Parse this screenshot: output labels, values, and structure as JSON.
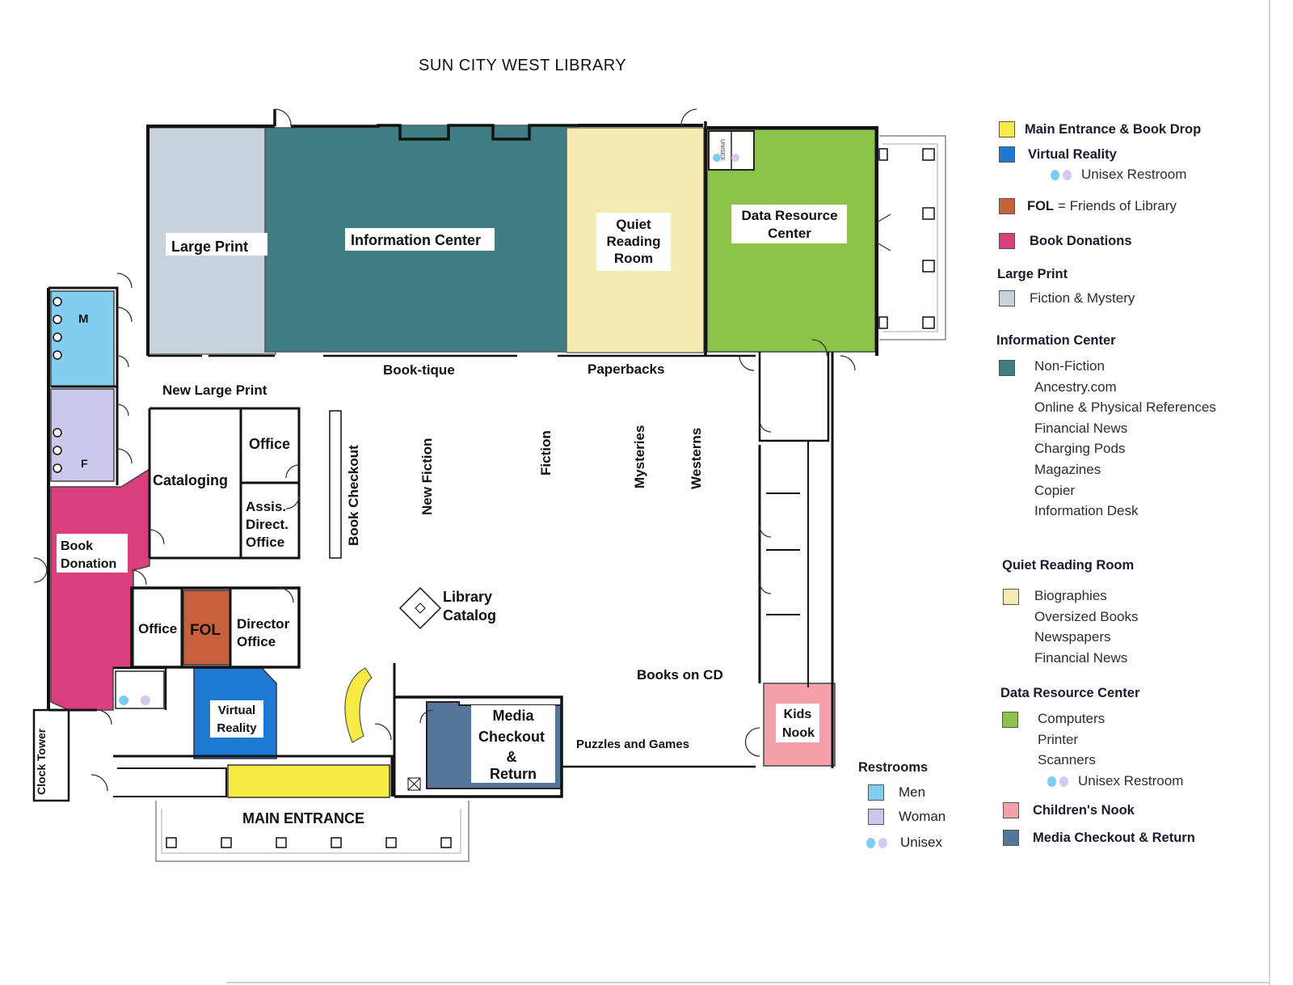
{
  "title": "SUN CITY WEST LIBRARY",
  "colors": {
    "main_entrance": "#f7ea44",
    "virtual_reality": "#1e79d3",
    "fol": "#c85f3d",
    "book_donations": "#d93f7d",
    "large_print": "#c7d2dc",
    "information_center": "#3f7e82",
    "quiet_reading": "#f7ebb4",
    "data_resource": "#8cc34a",
    "kids_nook": "#f3a2ac",
    "media_checkout": "#56759a",
    "men": "#82cdf0",
    "woman": "#cbc8ec",
    "unisex_dot_1": "#7ccdf2",
    "unisex_dot_2": "#cfccf0"
  },
  "map": {
    "large_print": "Large Print",
    "information_center": "Information Center",
    "quiet_reading": [
      "Quiet",
      "Reading",
      "Room"
    ],
    "data_resource": [
      "Data Resource",
      "Center"
    ],
    "unisex_small": "UNISEX",
    "men": "M",
    "women": "F",
    "new_large_print": "New Large Print",
    "book_tique": "Book-tique",
    "paperbacks": "Paperbacks",
    "office_1": "Office",
    "cataloging": "Cataloging",
    "assis_office": [
      "Assis.",
      "Direct.",
      "Office"
    ],
    "book_checkout": "Book Checkout",
    "new_fiction": "New Fiction",
    "fiction": "Fiction",
    "mysteries": "Mysteries",
    "westerns": "Westerns",
    "book_donation": [
      "Book",
      "Donation"
    ],
    "office_2": "Office",
    "fol": "FOL",
    "director_office": [
      "Director",
      "Office"
    ],
    "library_catalog": [
      "Library",
      "Catalog"
    ],
    "books_on_cd": "Books on CD",
    "virtual_reality": [
      "Virtual",
      "Reality"
    ],
    "media_checkout": [
      "Media",
      "Checkout",
      "&",
      "Return"
    ],
    "puzzles_games": "Puzzles and Games",
    "kids_nook": [
      "Kids",
      "Nook"
    ],
    "clock_tower": "Clock Tower",
    "main_entrance": "MAIN ENTRANCE"
  },
  "legend": {
    "main_entrance": "Main Entrance & Book Drop",
    "virtual_reality": "Virtual Reality",
    "vr_restroom": "Unisex Restroom",
    "fol": "FOL",
    "fol_def": "= Friends of Library",
    "book_donations": "Book Donations",
    "large_print_head": "Large Print",
    "large_print_items": "Fiction & Mystery",
    "info_head": "Information Center",
    "info_items": [
      "Non-Fiction",
      "Ancestry.com",
      "Online & Physical References",
      "Financial News",
      "Charging Pods",
      "Magazines",
      "Copier",
      "Information Desk"
    ],
    "quiet_head": "Quiet Reading Room",
    "quiet_items": [
      "Biographies",
      "Oversized Books",
      "Newspapers",
      "Financial News"
    ],
    "data_head": "Data Resource Center",
    "data_items": [
      "Computers",
      "Printer",
      "Scanners"
    ],
    "data_restroom": "Unisex Restroom",
    "childrens_nook": "Children's Nook",
    "media_checkout": "Media Checkout & Return"
  },
  "restrooms": {
    "head": "Restrooms",
    "men": "Men",
    "woman": "Woman",
    "unisex": "Unisex"
  }
}
